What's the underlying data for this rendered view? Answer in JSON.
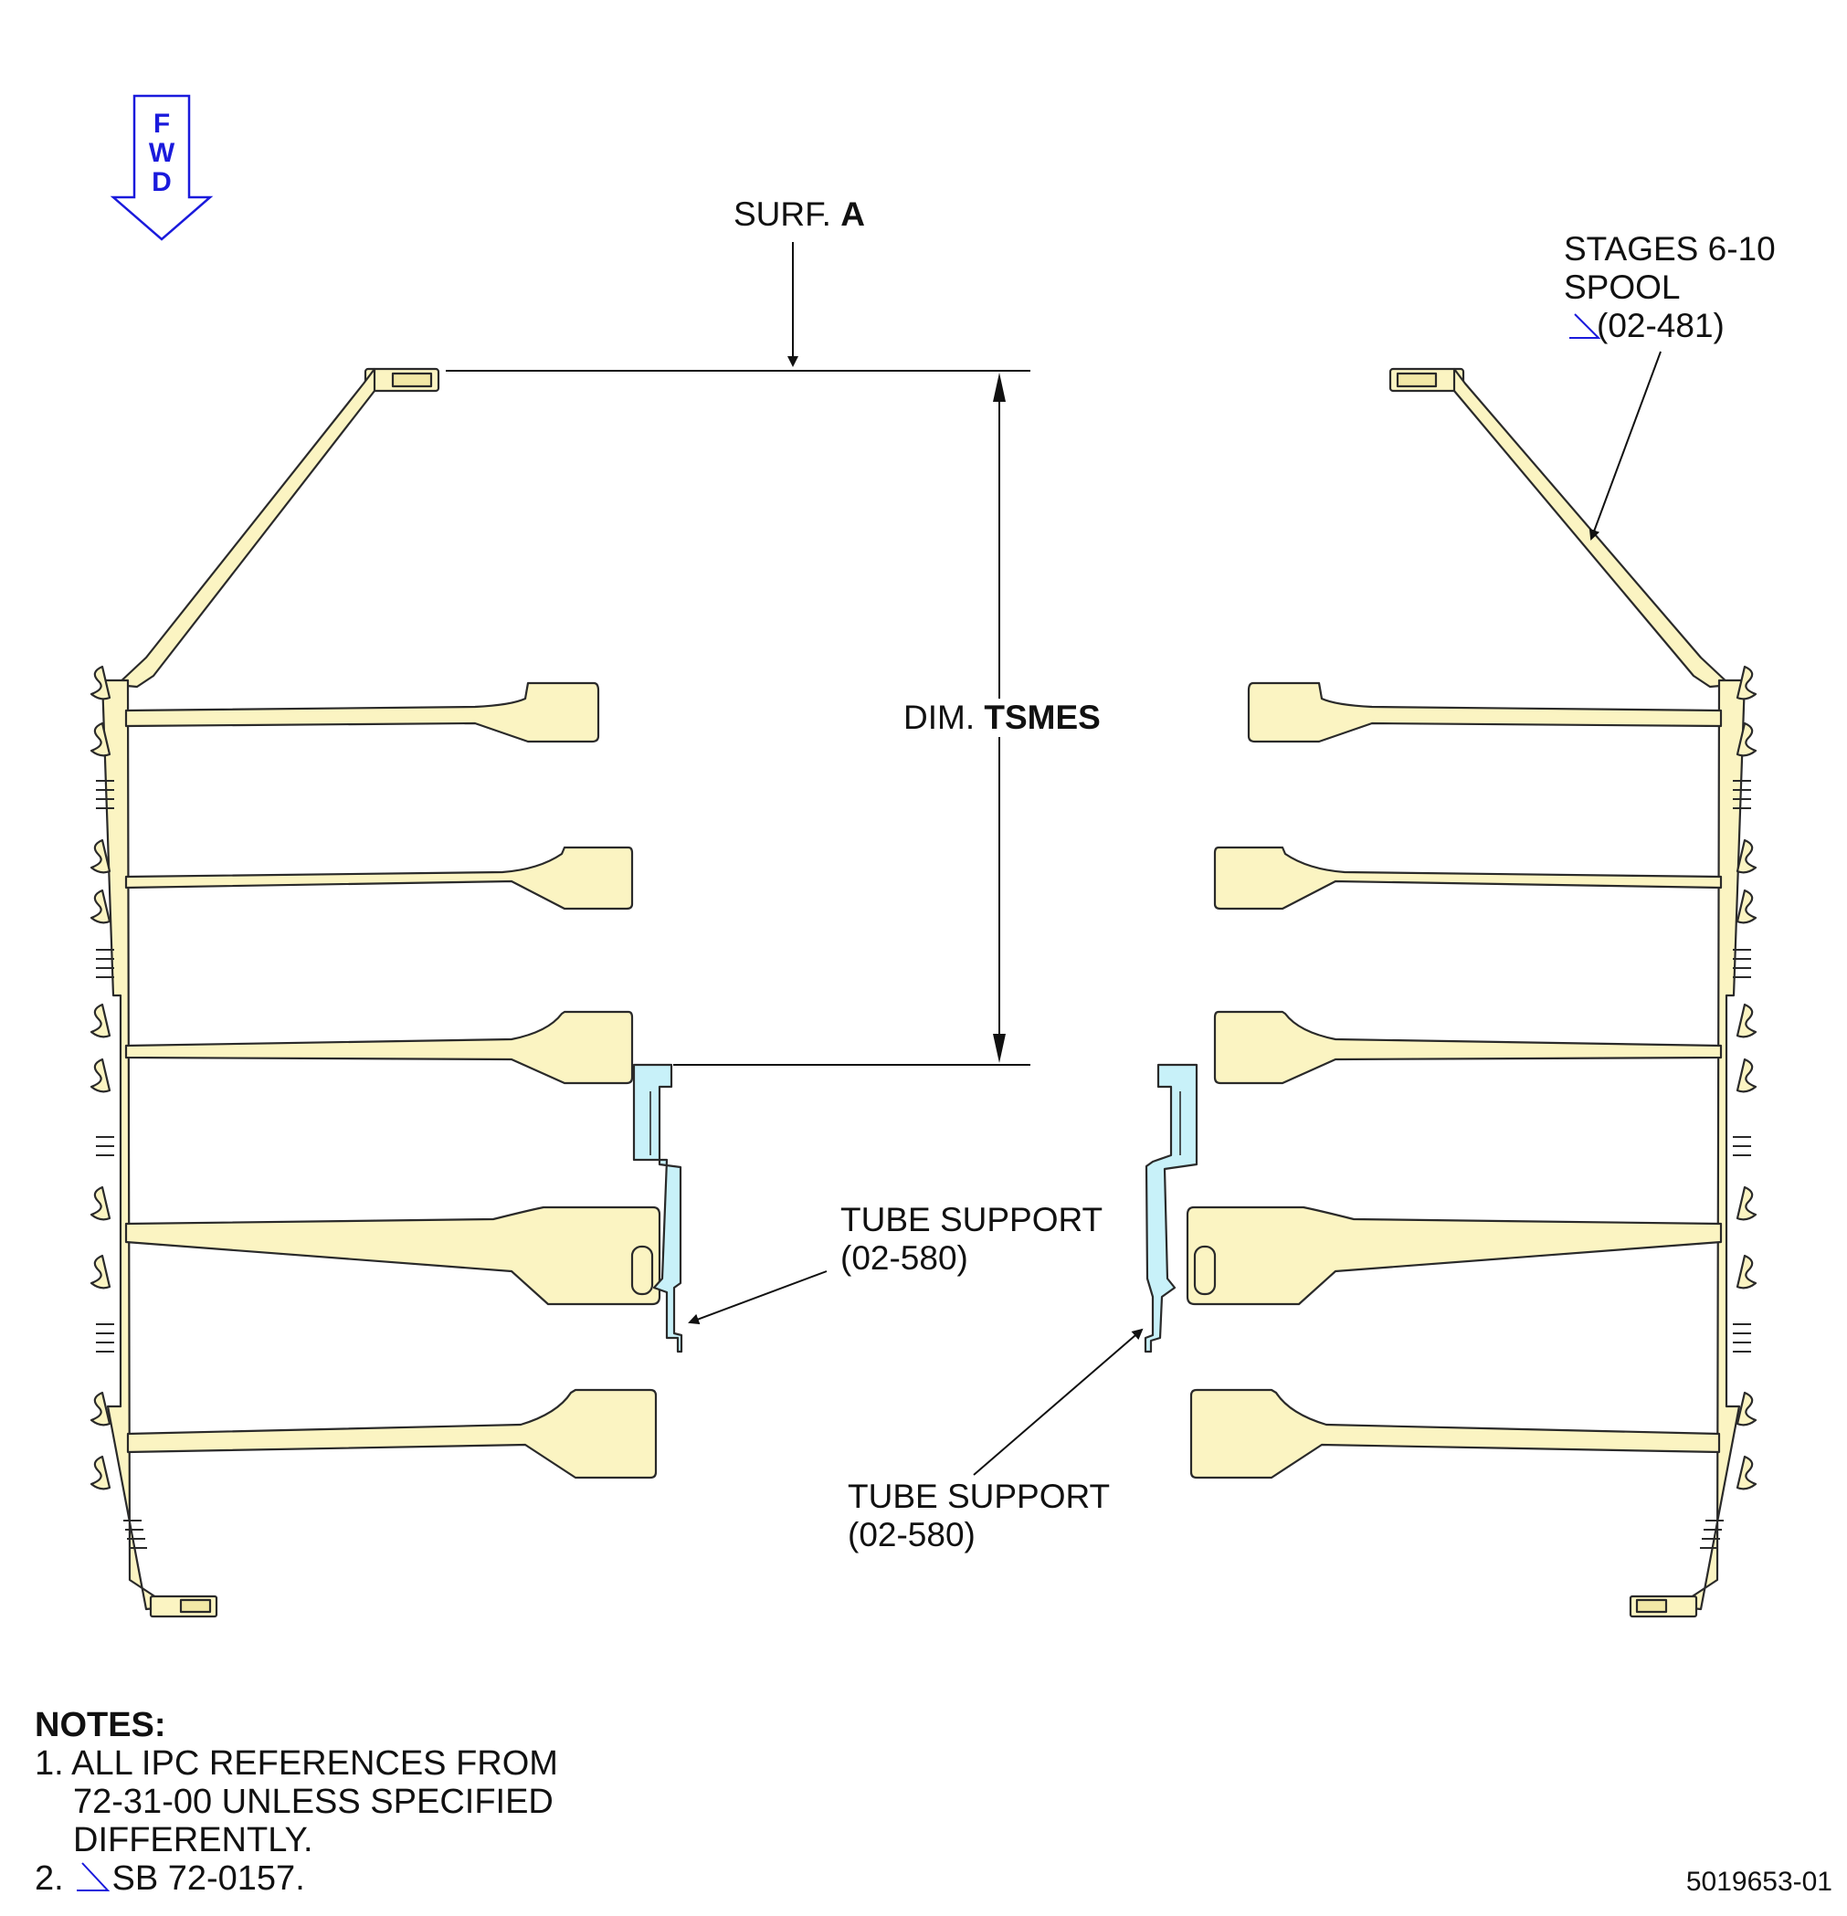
{
  "fwd": {
    "letters": [
      "F",
      "W",
      "D"
    ],
    "color": "#1a1adc"
  },
  "labels": {
    "surf_prefix": "SURF.",
    "surf_letter": "A",
    "dim_prefix": "DIM.",
    "dim_name": "TSMES",
    "spool_line1": "STAGES 6-10",
    "spool_line2": "SPOOL",
    "spool_ref": "(02-481)",
    "tube_support_left": "TUBE SUPPORT",
    "tube_support_left_ref": "(02-580)",
    "tube_support_right": "TUBE SUPPORT",
    "tube_support_right_ref": "(02-580)"
  },
  "notes": {
    "heading": "NOTES:",
    "n1_line1": "1. ALL IPC REFERENCES FROM",
    "n1_line2": "72-31-00 UNLESS SPECIFIED",
    "n1_line3": "DIFFERENTLY.",
    "n2": "SB 72-0157."
  },
  "figure_id": "5019653-01",
  "colors": {
    "spool_fill": "#fbf4c2",
    "tube_support_fill": "#c8f1f9",
    "outline": "#2a2a2a",
    "sb_triangle": "#1a1adc"
  }
}
